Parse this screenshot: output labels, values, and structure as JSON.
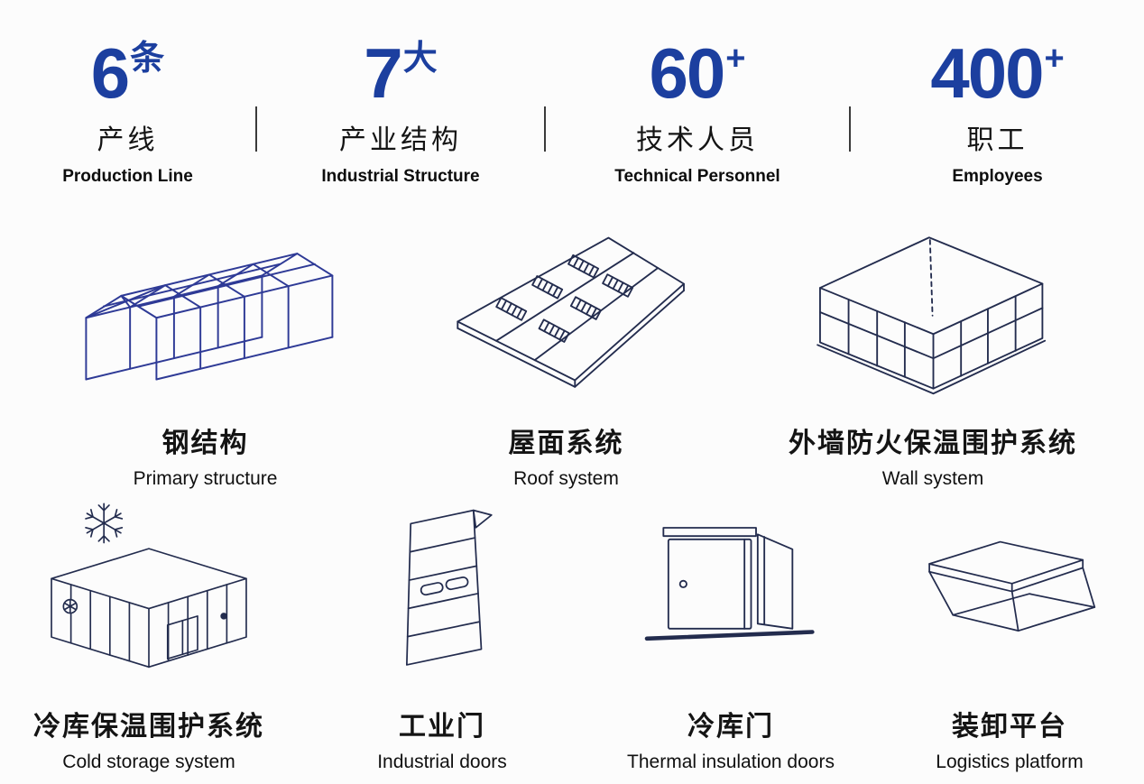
{
  "palette": {
    "accent_blue": "#1c3f9f",
    "line_navy": "#232c4e",
    "steel_blue": "#2e3a96",
    "text_color": "#141414",
    "background": "#fcfcfc"
  },
  "stats": [
    {
      "number": "6",
      "suffix": "条",
      "label_zh": "产线",
      "label_en": "Production Line"
    },
    {
      "number": "7",
      "suffix": "大",
      "label_zh": "产业结构",
      "label_en": "Industrial Structure"
    },
    {
      "number": "60",
      "suffix": "+",
      "label_zh": "技术人员",
      "label_en": "Technical Personnel"
    },
    {
      "number": "400",
      "suffix": "+",
      "label_zh": "职工",
      "label_en": "Employees"
    }
  ],
  "products": {
    "row1": [
      {
        "name_zh": "钢结构",
        "name_en": "Primary structure",
        "icon": "steel-structure-illustration"
      },
      {
        "name_zh": "屋面系统",
        "name_en": "Roof system",
        "icon": "roof-system-illustration"
      },
      {
        "name_zh": "外墙防火保温围护系统",
        "name_en": "Wall system",
        "icon": "wall-system-illustration"
      }
    ],
    "row2": [
      {
        "name_zh": "冷库保温围护系统",
        "name_en": "Cold storage system",
        "icon": "cold-storage-illustration"
      },
      {
        "name_zh": "工业门",
        "name_en": "Industrial doors",
        "icon": "industrial-door-illustration"
      },
      {
        "name_zh": "冷库门",
        "name_en": "Thermal insulation doors",
        "icon": "cold-storage-door-illustration"
      },
      {
        "name_zh": "装卸平台",
        "name_en": "Logistics platform",
        "icon": "dock-leveler-illustration"
      }
    ]
  }
}
